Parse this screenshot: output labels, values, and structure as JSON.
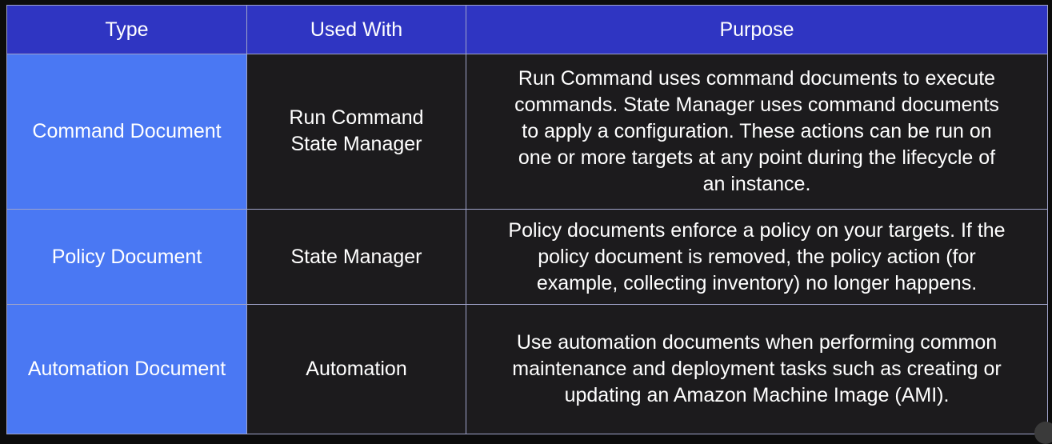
{
  "table": {
    "headers": {
      "type": "Type",
      "used_with": "Used With",
      "purpose": "Purpose"
    },
    "rows": [
      {
        "type": "Command Document",
        "used_with": [
          "Run Command",
          "State Manager"
        ],
        "purpose": [
          "Run Command uses command documents to execute",
          "commands. State Manager uses command documents",
          "to apply a configuration.  These actions can be run on",
          "one or more targets at any point during the lifecycle of",
          "an instance."
        ]
      },
      {
        "type": "Policy Document",
        "used_with": [
          "State Manager"
        ],
        "purpose": [
          "Policy documents enforce a policy on your targets. If the",
          "policy document is removed, the policy action (for",
          "example, collecting inventory) no longer happens."
        ]
      },
      {
        "type": "Automation Document",
        "used_with": [
          "Automation"
        ],
        "purpose": [
          "Use automation documents when performing common",
          "maintenance and deployment tasks such as creating or",
          "updating an Amazon Machine Image (AMI)."
        ]
      }
    ]
  },
  "colors": {
    "header_bg": "#2f35c2",
    "type_col_bg": "#4a78f3",
    "body_bg": "#1c1b1d",
    "border": "#9fa3c9"
  }
}
